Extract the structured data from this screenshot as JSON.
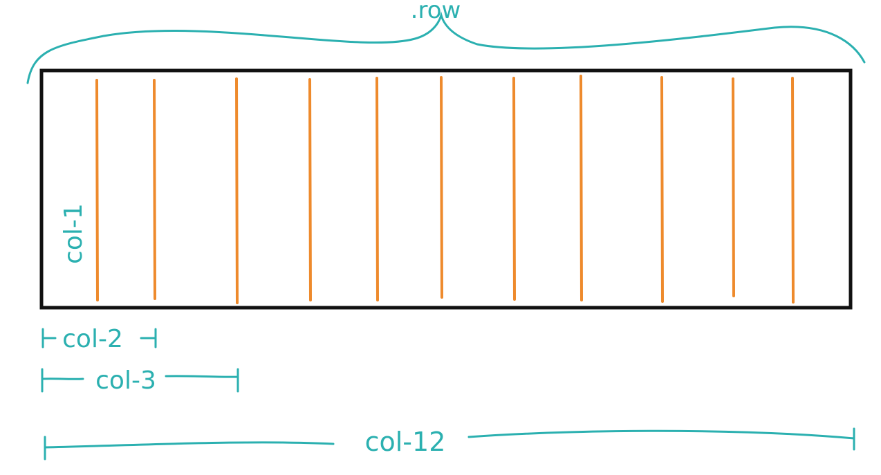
{
  "labels": {
    "row": ".row",
    "col_1": "col-1",
    "col_2": "col-2",
    "col_3": "col-3",
    "col_12": "col-12"
  },
  "colors": {
    "ink": "#2bb0b0",
    "column_lines": "#ee8a2c",
    "container_border": "#111111",
    "background": "#ffffff"
  },
  "grid": {
    "column_count": 12,
    "divider_count": 11
  }
}
